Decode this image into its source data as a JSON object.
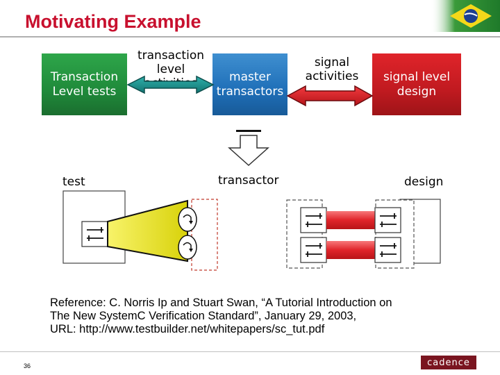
{
  "slide": {
    "title": "Motivating Example",
    "page_number": "36",
    "logo_text": "cadence"
  },
  "top_row": {
    "box_left": "Transaction\nLevel tests",
    "label_transaction_activities": "transaction\nlevel activities",
    "box_middle": "master\ntransactors",
    "label_signal_activities": "signal\nactivities",
    "box_right": "signal level\ndesign"
  },
  "bottom_row": {
    "label_test": "test",
    "label_transactor": "transactor",
    "label_design": "design"
  },
  "reference": {
    "line1": "Reference:  C. Norris Ip and Stuart Swan, “A Tutorial Introduction on",
    "line2": "The New SystemC Verification Standard”, January 29, 2003,",
    "line3": "URL:  http://www.testbuilder.net/whitepapers/sc_tut.pdf"
  },
  "colors": {
    "title": "#c8102e",
    "green_box": "#1f8a3a",
    "blue_box": "#1f6fb8",
    "red_box": "#c01a20",
    "teal_arrow": "#1a8a86",
    "red_arrow": "#e0242a",
    "funnel_yellow": "#f2ee1e"
  },
  "icons": {
    "transfer_symbol": "bidirectional-arrows-icon",
    "down_arrow": "down-arrow-icon",
    "flag": "brazil-flag-icon"
  }
}
